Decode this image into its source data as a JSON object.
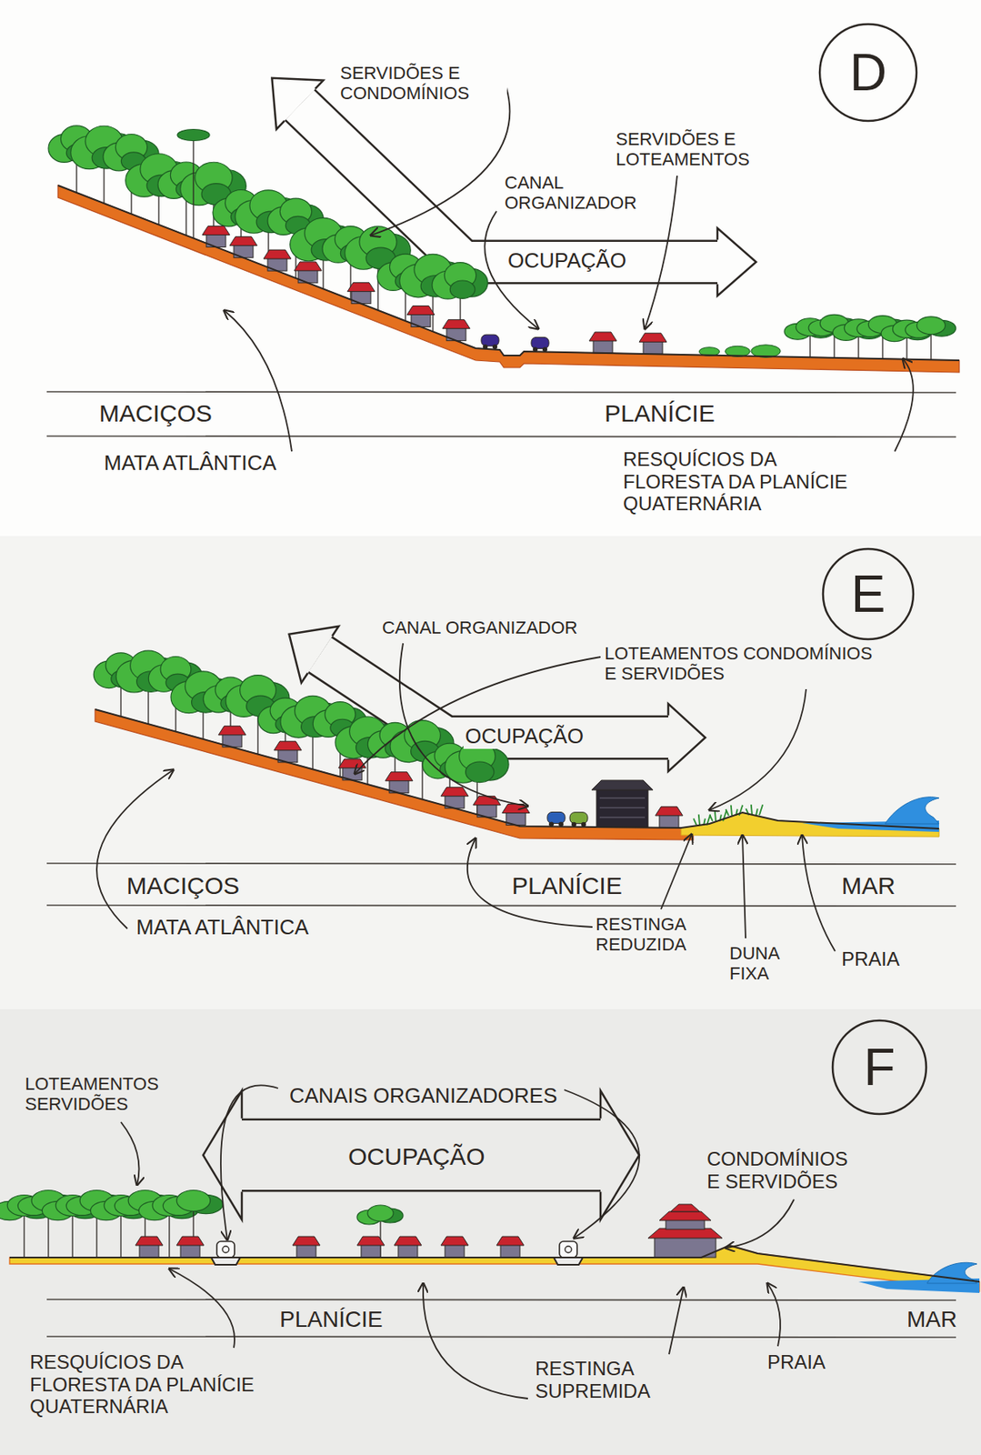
{
  "diagram": {
    "nodes": [
      {
        "text": [
          "D"
        ]
      },
      {
        "text": [
          "E"
        ]
      },
      {
        "text": [
          "F"
        ]
      }
    ],
    "labels": [
      "SERVIDÕES E CONDOMÍNIOS",
      "SERVIDÕES E LOTEAMENTOS",
      "CANAL ORGANIZADOR",
      "OCUPAÇÃO",
      "MACIÇOS",
      "PLANÍCIE",
      "MATA ATLÂNTICA",
      "RESQUÍCIOS DA FLORESTA DA PLANÍCIE QUATERNÁRIA",
      "CANAL ORGANIZADOR",
      "LOTEAMENTOS CONDOMÍNIOS E SERVIDÕES",
      "OCUPAÇÃO",
      "MACIÇOS",
      "PLANÍCIE",
      "MAR",
      "MATA ATLÂNTICA",
      "RESTINGA REDUZIDA",
      "DUNA FIXA",
      "PRAIA",
      "LOTEAMENTOS SERVIDÕES",
      "CANAIS ORGANIZADORES",
      "OCUPAÇÃO",
      "CONDOMÍNIOS E SERVIDÕES",
      "PLANÍCIE",
      "MAR",
      "RESQUÍCIOS DA FLORESTA DA PLANÍCIE QUATERNÁRIA",
      "RESTINGA SUPREMIDA",
      "PRAIA"
    ]
  }
}
